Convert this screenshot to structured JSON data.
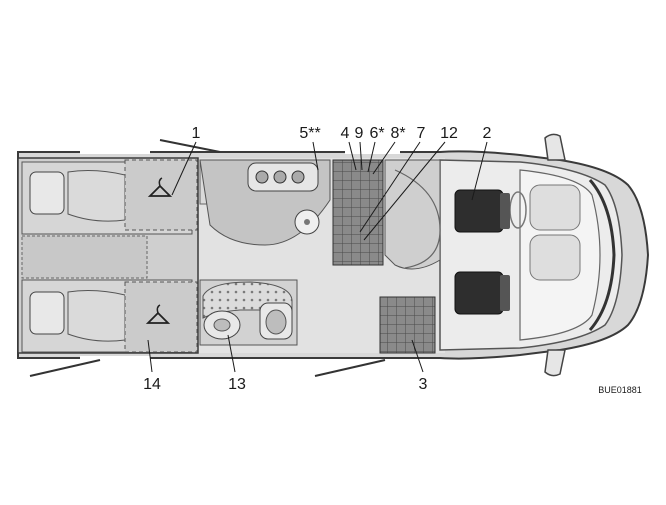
{
  "diagram": {
    "image_code": "BUE01881",
    "callouts": [
      {
        "label": "1"
      },
      {
        "label": "5**"
      },
      {
        "label": "4"
      },
      {
        "label": "9"
      },
      {
        "label": "6*"
      },
      {
        "label": "8*"
      },
      {
        "label": "7"
      },
      {
        "label": "12"
      },
      {
        "label": "2"
      },
      {
        "label": "14"
      },
      {
        "label": "13"
      },
      {
        "label": "3"
      }
    ]
  }
}
